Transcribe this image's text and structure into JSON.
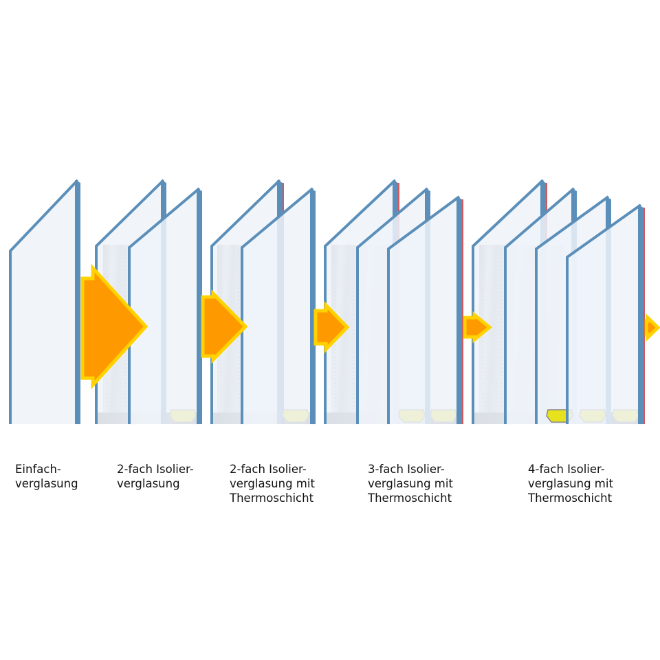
{
  "colors": {
    "glass_edge": "#5b8fb9",
    "glass_fill": "#eef3f9",
    "coating": "#c0202a",
    "arrow_fill": "#ff9900",
    "arrow_outline": "#ffd200",
    "spacer": "#b4b9be",
    "desiccant": "#e6e21e"
  },
  "labels": [
    {
      "lines": [
        "Einfach-",
        "verglasung"
      ]
    },
    {
      "lines": [
        "2-fach Isolier-",
        "verglasung"
      ]
    },
    {
      "lines": [
        "2-fach Isolier-",
        "verglasung mit",
        "Thermoschicht"
      ]
    },
    {
      "lines": [
        "3-fach Isolier-",
        "verglasung mit",
        "Thermoschicht"
      ]
    },
    {
      "lines": [
        "4-fach Isolier-",
        "verglasung mit",
        "Thermoschicht"
      ]
    }
  ],
  "icons": {
    "arrow": "heat-flow-arrow-icon",
    "pane": "glass-pane-icon"
  }
}
